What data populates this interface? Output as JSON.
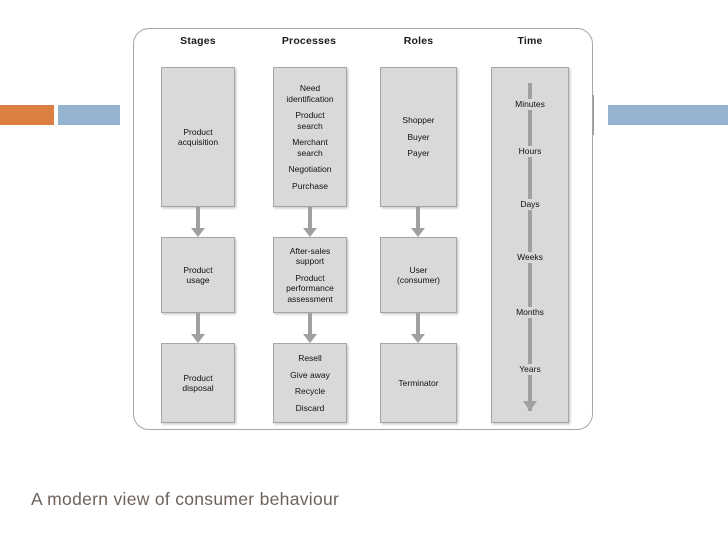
{
  "caption": "A modern view of consumer behaviour",
  "decorations": {
    "orange_color": "#DD7E43",
    "blue_color": "#93B3CE",
    "rule_color": "#9a9a9a"
  },
  "diagram": {
    "frame_border_color": "#a6a6a6",
    "box_fill_color": "#D9D9D9",
    "box_border_color": "#A5A5A5",
    "arrow_color": "#A0A0A0",
    "columns": [
      {
        "header": "Stages"
      },
      {
        "header": "Processes"
      },
      {
        "header": "Roles"
      },
      {
        "header": "Time"
      }
    ],
    "stages": [
      {
        "lines": [
          "Product\nacquisition"
        ]
      },
      {
        "lines": [
          "Product\nusage"
        ]
      },
      {
        "lines": [
          "Product\ndisposal"
        ]
      }
    ],
    "processes": [
      {
        "lines": [
          "Need\nidentification",
          "Product\nsearch",
          "Merchant\nsearch",
          "Negotiation",
          "Purchase"
        ]
      },
      {
        "lines": [
          "After-sales\nsupport",
          "Product\nperformance\nassessment"
        ]
      },
      {
        "lines": [
          "Resell",
          "Give away",
          "Recycle",
          "Discard"
        ]
      }
    ],
    "roles": [
      {
        "lines": [
          "Shopper",
          "Buyer",
          "Payer"
        ]
      },
      {
        "lines": [
          "User\n(consumer)"
        ]
      },
      {
        "lines": [
          "Terminator"
        ]
      }
    ],
    "time": {
      "labels": [
        "Minutes",
        "Hours",
        "Days",
        "Weeks",
        "Months",
        "Years"
      ]
    }
  }
}
